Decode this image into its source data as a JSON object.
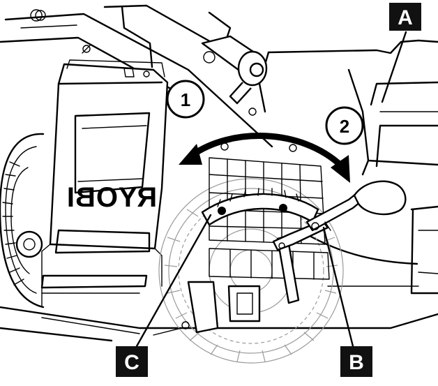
{
  "callouts": {
    "a": "A",
    "b": "B",
    "c": "C"
  },
  "steps": {
    "one": "1",
    "two": "2"
  },
  "brand": "RYOBI",
  "colors": {
    "ink": "#000000",
    "label_box": "#111111",
    "label_text": "#ffffff",
    "ghost_line": "#9a9a9a",
    "background": "#ffffff"
  },
  "icons": {
    "motion_arrow": "double-headed-curved-arrow"
  }
}
